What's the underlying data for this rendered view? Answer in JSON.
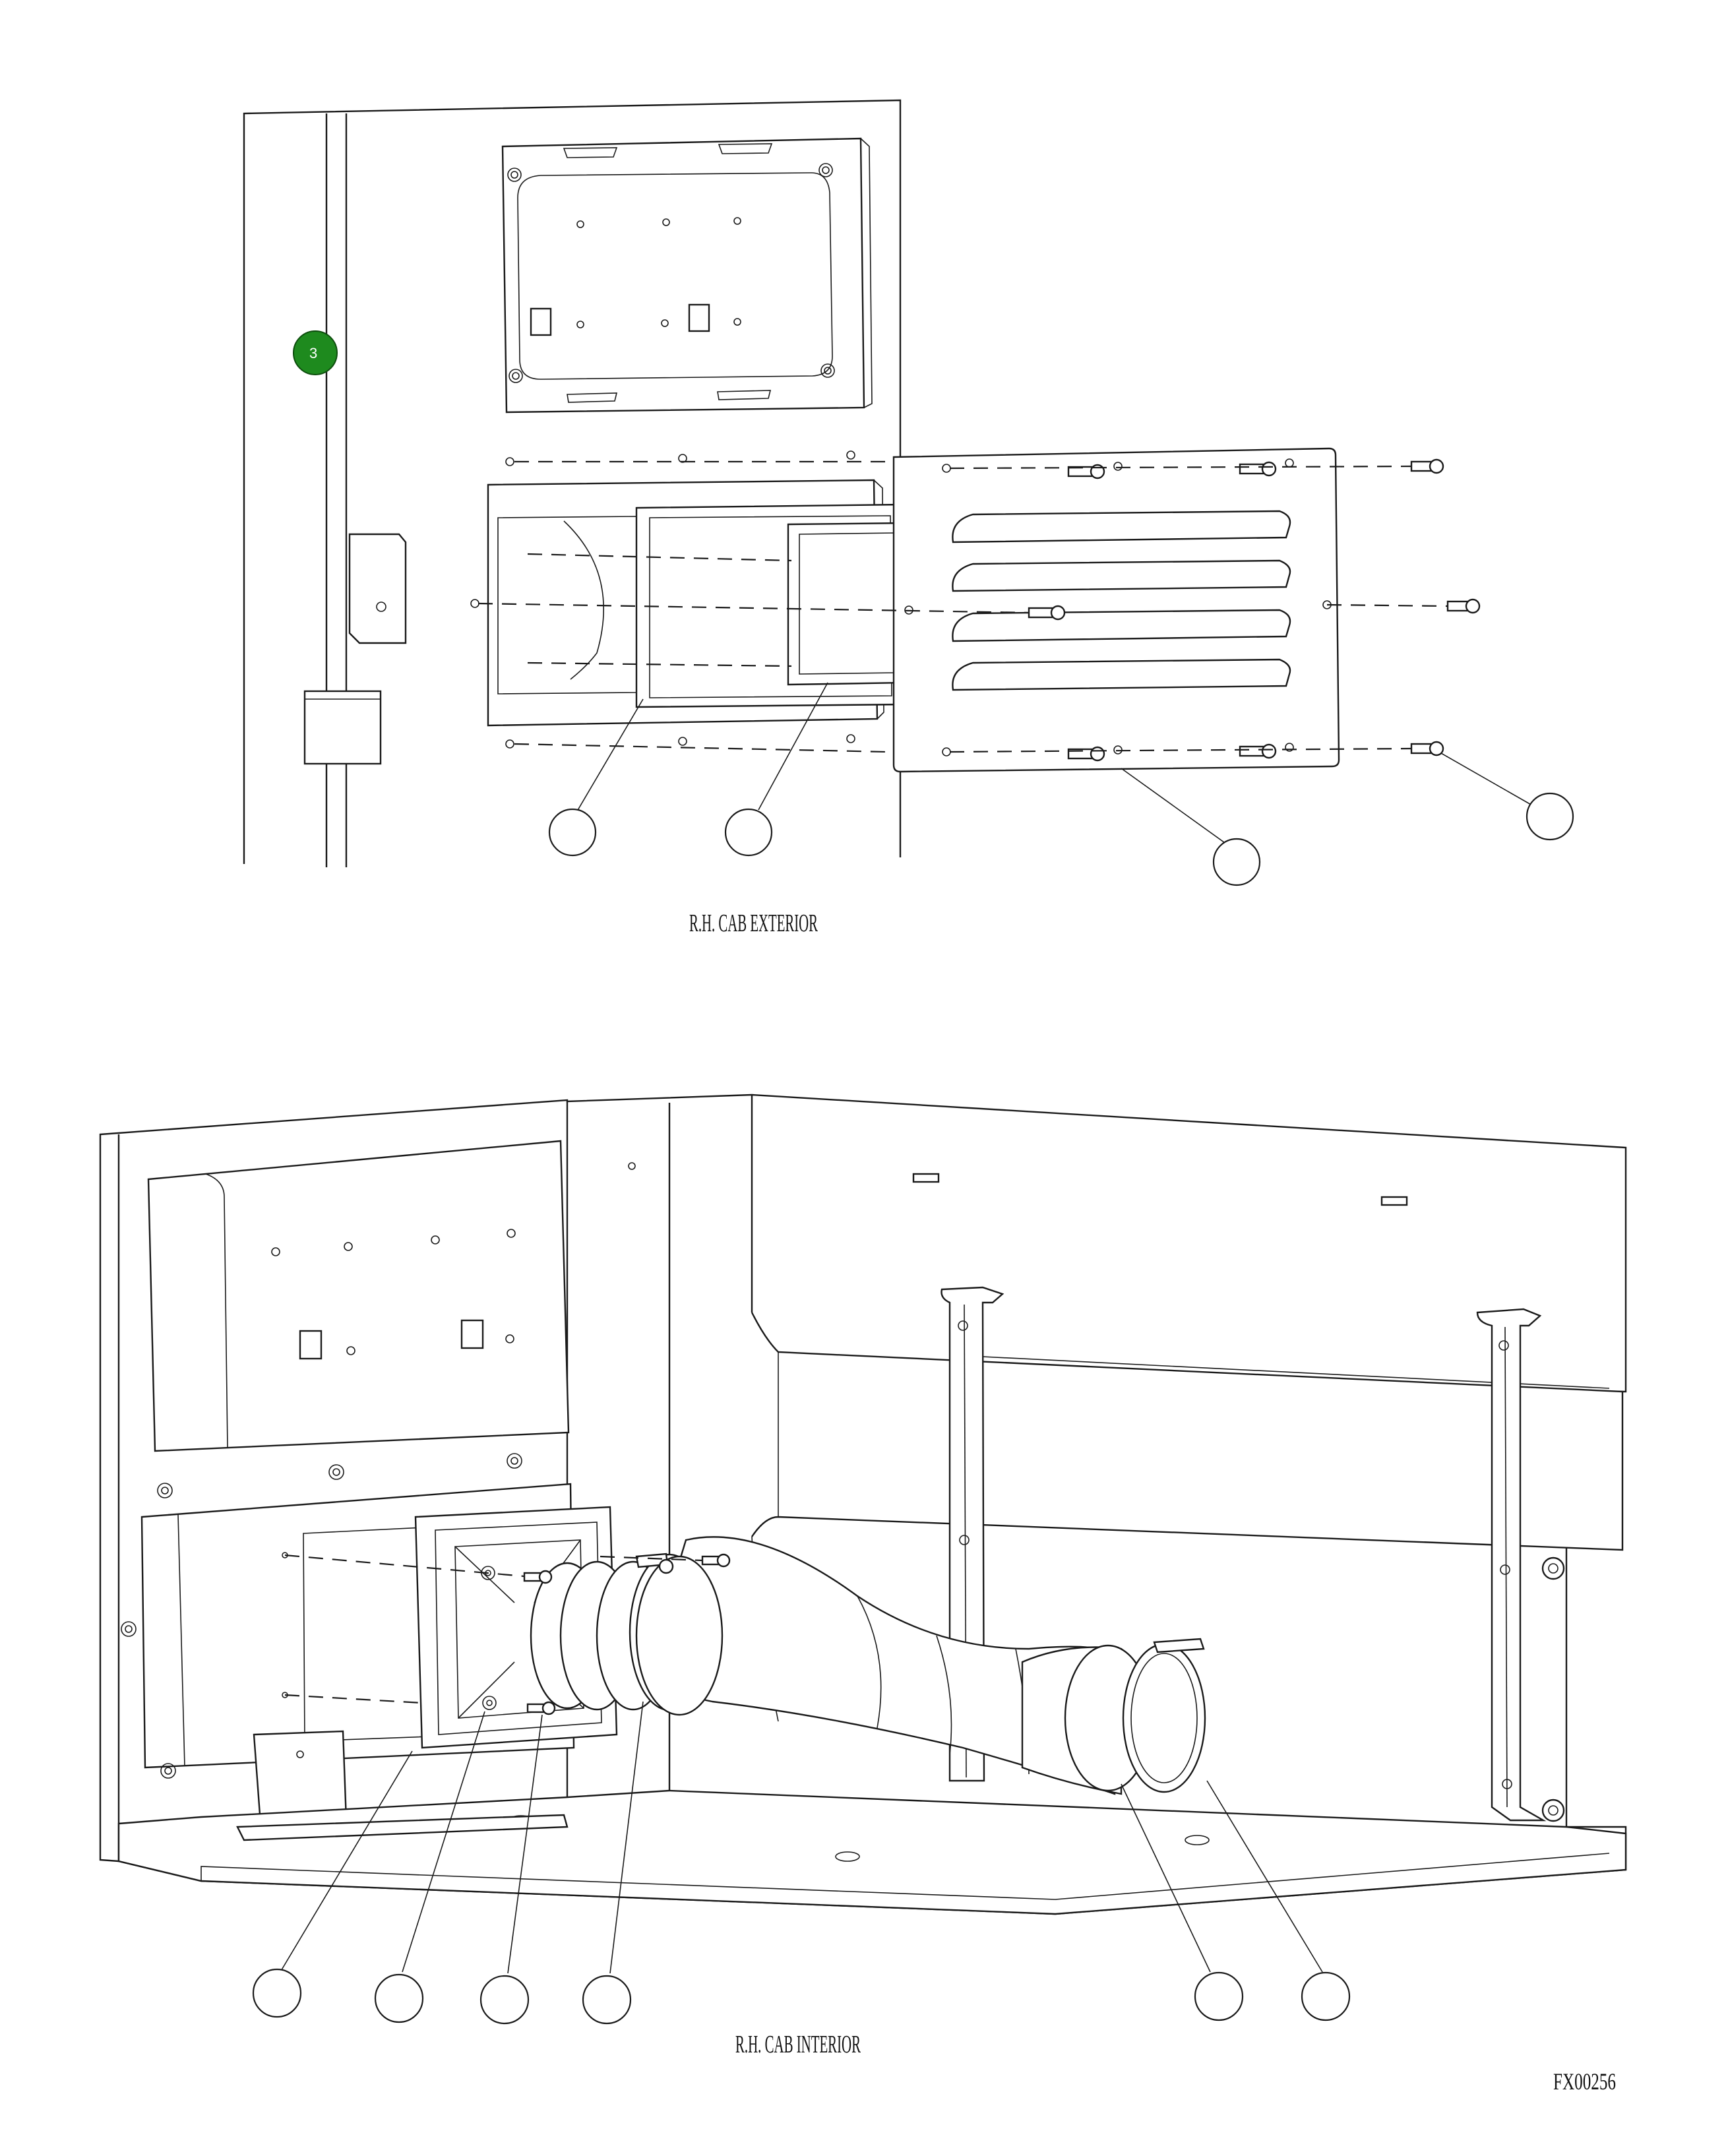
{
  "views": {
    "exterior": {
      "caption": "R.H. CAB EXTERIOR"
    },
    "interior": {
      "caption": "R.H. CAB INTERIOR"
    }
  },
  "marker": {
    "label": "3",
    "color": "#1e8a1e"
  },
  "figure_number": "FX00256",
  "colors": {
    "line": "#1a1a1a",
    "background": "#ffffff"
  }
}
